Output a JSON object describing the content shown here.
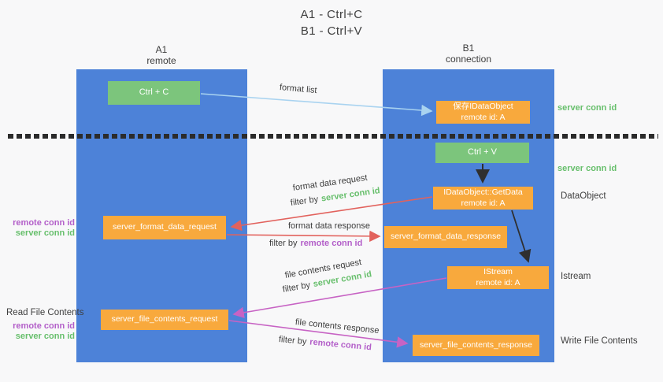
{
  "title": {
    "line1": "A1 - Ctrl+C",
    "line2": "B1 - Ctrl+V"
  },
  "lanes": {
    "left": {
      "name": "A1",
      "role": "remote"
    },
    "right": {
      "name": "B1",
      "role": "connection"
    }
  },
  "nodes": {
    "ctrl_c": {
      "label": "Ctrl + C"
    },
    "save_idataobject": {
      "line1": "保存IDataObject",
      "line2": "remote id: A"
    },
    "ctrl_v": {
      "label": "Ctrl + V"
    },
    "getdata": {
      "line1": "IDataObject::GetData",
      "line2": "remote id: A"
    },
    "format_request": {
      "label": "server_format_data_request"
    },
    "format_response": {
      "label": "server_format_data_response"
    },
    "istream": {
      "line1": "IStream",
      "line2": "remote id: A"
    },
    "file_request": {
      "label": "server_file_contents_request"
    },
    "file_response": {
      "label": "server_file_contents_response"
    }
  },
  "edges": {
    "format_list": {
      "label": "format list"
    },
    "format_data_request": {
      "label": "format data request",
      "filter_prefix": "filter by",
      "filter_key": "server conn id"
    },
    "format_data_response": {
      "label": "format data response",
      "filter_prefix": "filter by",
      "filter_key": "remote conn id"
    },
    "file_contents_request": {
      "label": "file contents request",
      "filter_prefix": "filter by",
      "filter_key": "server conn id"
    },
    "file_contents_response": {
      "label": "file contents response",
      "filter_prefix": "filter by",
      "filter_key": "remote conn id"
    }
  },
  "annotations": {
    "right_server_conn_top": "server conn id",
    "right_server_conn_mid": "server conn id",
    "right_dataobject": "DataObject",
    "right_istream": "Istream",
    "right_write_file": "Write File Contents",
    "left_remote_conn_top": "remote conn id",
    "left_server_conn_top": "server conn id",
    "left_read_file": "Read File Contents",
    "left_remote_conn_bottom": "remote conn id",
    "left_server_conn_bottom": "server conn id"
  },
  "colors": {
    "panel_blue": "#4d82d8",
    "box_green": "#7cc57c",
    "box_orange": "#f8a93d",
    "accent_green": "#67bf6c",
    "accent_purple": "#b35fc9",
    "arrow_red": "#e2625d",
    "arrow_magenta": "#c763c4",
    "arrow_blue": "#a9d3f0",
    "arrow_black": "#2f2f2f"
  }
}
